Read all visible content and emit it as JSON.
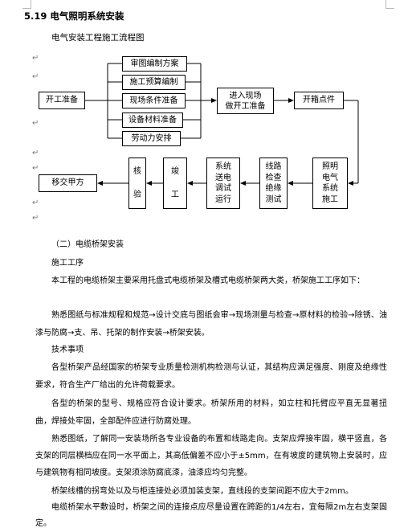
{
  "heading": "5.19 电气照明系统安装",
  "flow_title": "电气安装工程施工流程图",
  "flowchart": {
    "start": "开工准备",
    "prep_items": [
      "审图编制方案",
      "施工预算编制",
      "现场条件准备",
      "设备材料准备",
      "劳动力安排"
    ],
    "enter_site": [
      "进入现场",
      "做开工准备"
    ],
    "open_box": "开箱点件",
    "lighting": [
      "照明",
      "电气",
      "系统",
      "施工"
    ],
    "line_check": [
      "线路",
      "检查",
      "绝缘",
      "测试"
    ],
    "system_test": [
      "系统",
      "送电",
      "调试",
      "运行"
    ],
    "finish": [
      "竣",
      "工"
    ],
    "inspect": [
      "核",
      "验"
    ],
    "handover": "移交甲方"
  },
  "section2_title": "（二）电缆桥架安装",
  "process_title": "施工工序",
  "p1": "本工程的电缆桥架主要采用托盘式电缆桥架及槽式电缆桥架两大类，桥架施工工序如下：",
  "p2": "熟悉图纸与标准规程和规范→设计交底与图纸会审→现场测量与检查→原材料的检验→除锈、油漆与防腐→支、吊、托架的制作安装→桥架安装。",
  "tech_title": "技术事项",
  "p3": "各型桥架产品经国家的桥架专业质量检测机构检测与认证，其结构应满足强度、刚度及绝缘性要求，符合生产厂给出的允许荷载要求。",
  "p4": "各型的桥架的型号、规格应符合设计要求。桥架所用的材料，如立柱和托臂应平直无显著扭曲，焊接处牢固，全部配件应进行防腐处理。",
  "p5": "熟悉图纸，了解同一安装场所各专业设备的布置和线路走向。支架应焊接牢固，横平竖直，各支架的同层横档应在同一水平面上，其高低偏差不应小于±5mm，在有坡度的建筑物上安装时，应与建筑物有相同坡度。支架须涂防腐底漆，油漆应均匀完整。",
  "p6": "桥架线槽的拐弯处以及与柜连接处必须加装支架，直线段的支架间距不应大于2mm。",
  "p7": "电缆桥架水平敷设时，桥架之间的连接点应尽量设置在跨距的1/4左右，宜每隔2m左右支架固定。"
}
